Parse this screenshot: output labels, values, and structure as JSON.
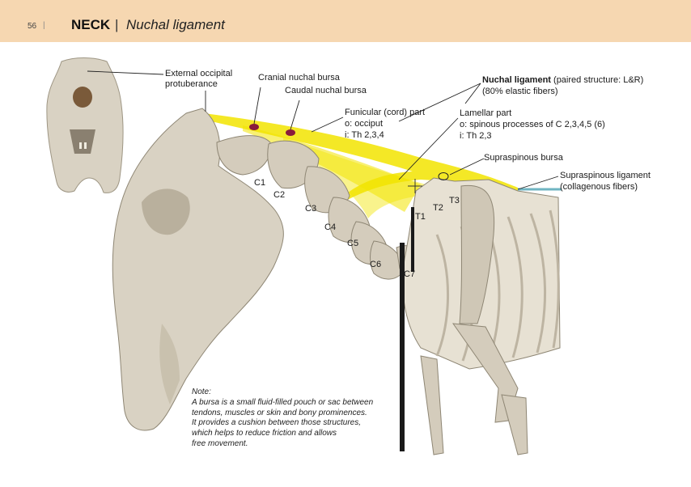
{
  "header": {
    "page_number": "56",
    "separator": "|",
    "section": "NECK",
    "divider": "|",
    "subtitle": "Nuchal ligament"
  },
  "labels": {
    "ext_occ_1": "External occipital",
    "ext_occ_2": "protuberance",
    "cranial_bursa": "Cranial nuchal bursa",
    "caudal_bursa": "Caudal nuchal bursa",
    "nuchal_title": "Nuchal ligament",
    "nuchal_paren": "(paired structure: L&R)",
    "nuchal_fibers": "(80% elastic fibers)",
    "funicular_1": "Funicular (cord) part",
    "funicular_2": "o: occiput",
    "funicular_3": "i: Th 2,3,4",
    "lamellar_1": "Lamellar part",
    "lamellar_2": "o: spinous processes of C 2,3,4,5 (6)",
    "lamellar_3": "i: Th 2,3",
    "supraspinous_bursa": "Supraspinous bursa",
    "supraspinous_lig_1": "Supraspinous ligament",
    "supraspinous_lig_2": "(collagenous fibers)"
  },
  "vertebrae": {
    "c1": "C1",
    "c2": "C2",
    "c3": "C3",
    "c4": "C4",
    "c5": "C5",
    "c6": "C6",
    "c7": "C7",
    "t1": "T1",
    "t2": "T2",
    "t3": "T3"
  },
  "note": {
    "heading": "Note:",
    "lines": [
      "A bursa is a small fluid-filled pouch or sac between",
      "tendons, muscles or skin and bony prominences.",
      "It provides a cushion between those structures,",
      "which helps to reduce friction and allows",
      "free movement."
    ]
  },
  "colors": {
    "header_bg": "#f6d7b1",
    "ligament": "#f2e400",
    "bursa": "#8a1b3c",
    "supraspinous_ligament": "#6fb4c2",
    "bone": "#d9d2c3"
  }
}
